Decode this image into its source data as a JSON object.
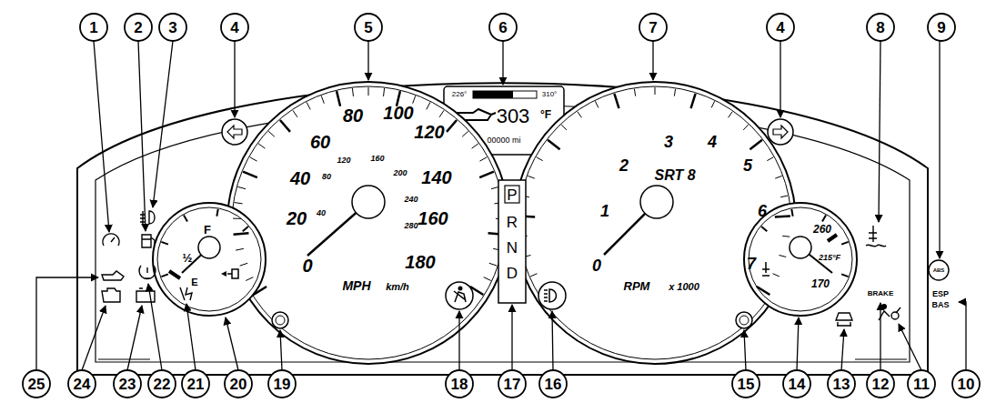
{
  "diagram": {
    "labels": [
      "1",
      "2",
      "3",
      "4",
      "5",
      "6",
      "7",
      "4",
      "8",
      "9",
      "25",
      "24",
      "23",
      "22",
      "21",
      "20",
      "19",
      "18",
      "17",
      "16",
      "15",
      "14",
      "13",
      "12",
      "11",
      "10",
      "0",
      "20",
      "40",
      "60",
      "80",
      "100",
      "120",
      "140",
      "160",
      "180",
      "40",
      "80",
      "120",
      "160",
      "200",
      "240",
      "280",
      "MPH",
      "km/h",
      "0",
      "1",
      "2",
      "3",
      "4",
      "5",
      "6",
      "7",
      "SRT 8",
      "RPM",
      "x 1000",
      "F",
      "½",
      "E",
      "260",
      "215°F",
      "170",
      "226°",
      "310°",
      "303",
      "°F",
      "00000 mi",
      "P",
      "R",
      "N",
      "D",
      "BRAKE",
      "ESP",
      "BAS",
      "ABS"
    ]
  }
}
